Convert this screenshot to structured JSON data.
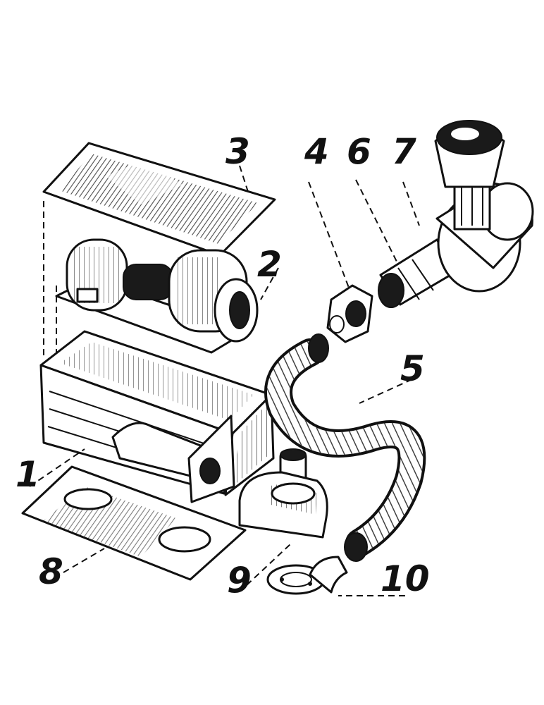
{
  "callouts": [
    "1",
    "2",
    "3",
    "4",
    "5",
    "6",
    "7",
    "8",
    "9",
    "10"
  ],
  "colors": {
    "ink": "#111111",
    "paper": "#ffffff"
  }
}
